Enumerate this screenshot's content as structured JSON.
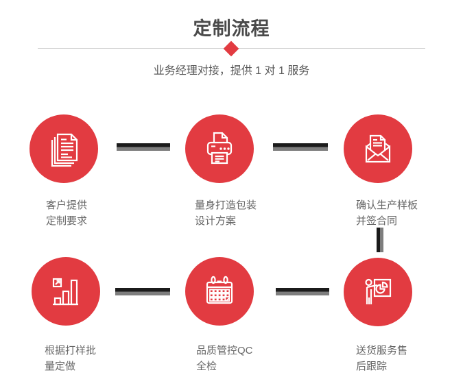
{
  "header": {
    "title": "定制流程",
    "subtitle": "业务经理对接，提供 1 对 1 服务"
  },
  "colors": {
    "accent_red": "#e23b41",
    "connector_black": "#1b1b1b",
    "connector_gray": "#7e7e7e",
    "title_color": "#4a4a4a",
    "subtitle_color": "#595959",
    "label_color": "#666666",
    "divider_color": "#cccccc",
    "icon_stroke": "#ffffff"
  },
  "steps": [
    {
      "id": 1,
      "icon": "documents-icon",
      "label_line1": "客户提供",
      "label_line2": "定制要求"
    },
    {
      "id": 2,
      "icon": "printer-icon",
      "label_line1": "量身打造包装",
      "label_line2": "设计方案"
    },
    {
      "id": 3,
      "icon": "envelope-icon",
      "label_line1": "确认生产样板",
      "label_line2": "并签合同"
    },
    {
      "id": 4,
      "icon": "bar-chart-icon",
      "label_line1": "根据打样批",
      "label_line2": "量定做"
    },
    {
      "id": 5,
      "icon": "calendar-icon",
      "label_line1": "品质管控QC",
      "label_line2": "全检"
    },
    {
      "id": 6,
      "icon": "presenter-icon",
      "label_line1": "送货服务售",
      "label_line2": "后跟踪"
    }
  ]
}
